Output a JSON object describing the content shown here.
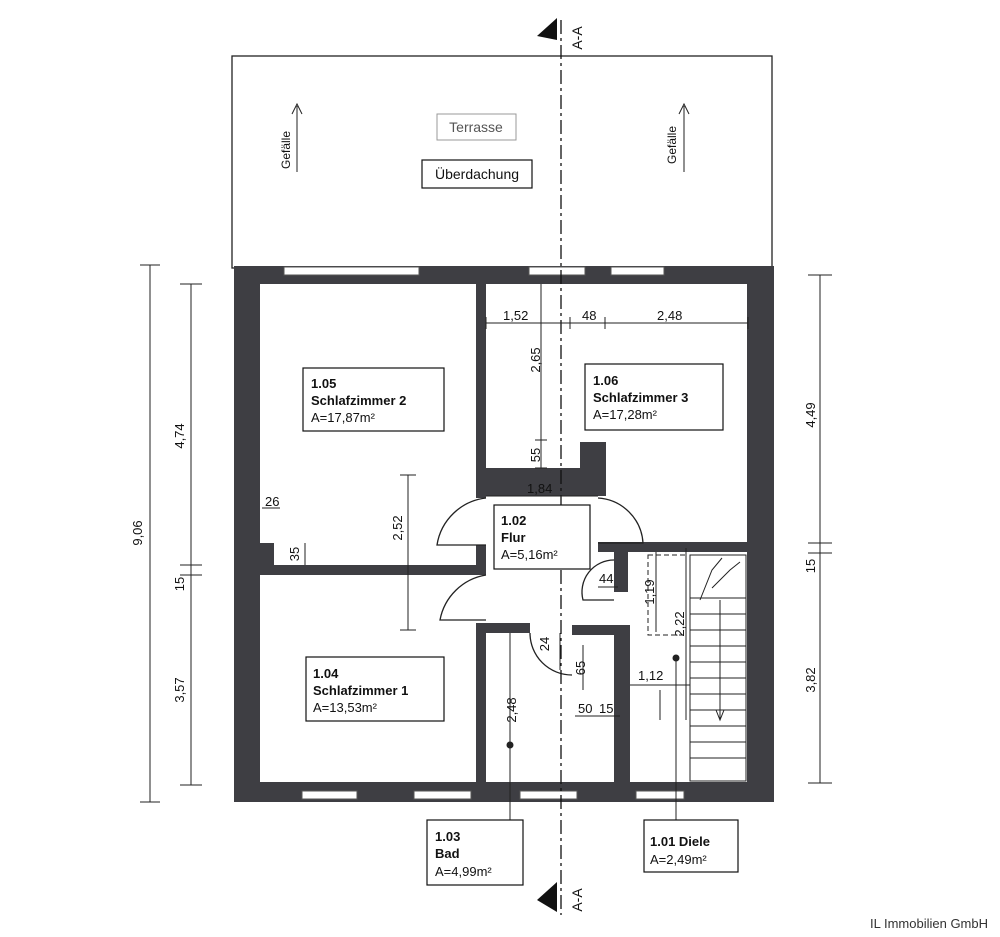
{
  "section": {
    "label": "A-A"
  },
  "terrace": {
    "title": "Terrasse",
    "roof": "Überdachung",
    "slope": "Gefälle"
  },
  "rooms": [
    {
      "id": "bedroom2",
      "number": "1.05",
      "name": "Schlafzimmer 2",
      "area": "A=17,87m²"
    },
    {
      "id": "bedroom3",
      "number": "1.06",
      "name": "Schlafzimmer 3",
      "area": "A=17,28m²"
    },
    {
      "id": "hall",
      "number": "1.02",
      "name": "Flur",
      "area": "A=5,16m²"
    },
    {
      "id": "bedroom1",
      "number": "1.04",
      "name": "Schlafzimmer 1",
      "area": "A=13,53m²"
    },
    {
      "id": "bath",
      "number": "1.03",
      "name": "Bad",
      "area": "A=4,99m²"
    },
    {
      "id": "landing",
      "number": "1.01 Diele",
      "name": "",
      "area": "A=2,49m²"
    }
  ],
  "dimensions": {
    "total_left": "9,06",
    "left_upper": "4,74",
    "left_mid": "15",
    "left_lower": "3,57",
    "right_upper": "4,49",
    "right_mid": "15",
    "right_lower": "3,82",
    "top_152": "1,52",
    "top_48": "48",
    "top_248": "2,48",
    "v_265": "2,65",
    "v_55": "55",
    "h_184": "1,84",
    "v_252": "2,52",
    "h_26": "26",
    "v_35": "35",
    "h_44": "44",
    "v_119": "1,19",
    "v_222": "2,22",
    "h_112": "1,12",
    "v_24": "24",
    "v_65": "65",
    "h_50": "50",
    "h_15": "15",
    "v_248": "2,48"
  },
  "company": "IL Immobilien GmbH"
}
